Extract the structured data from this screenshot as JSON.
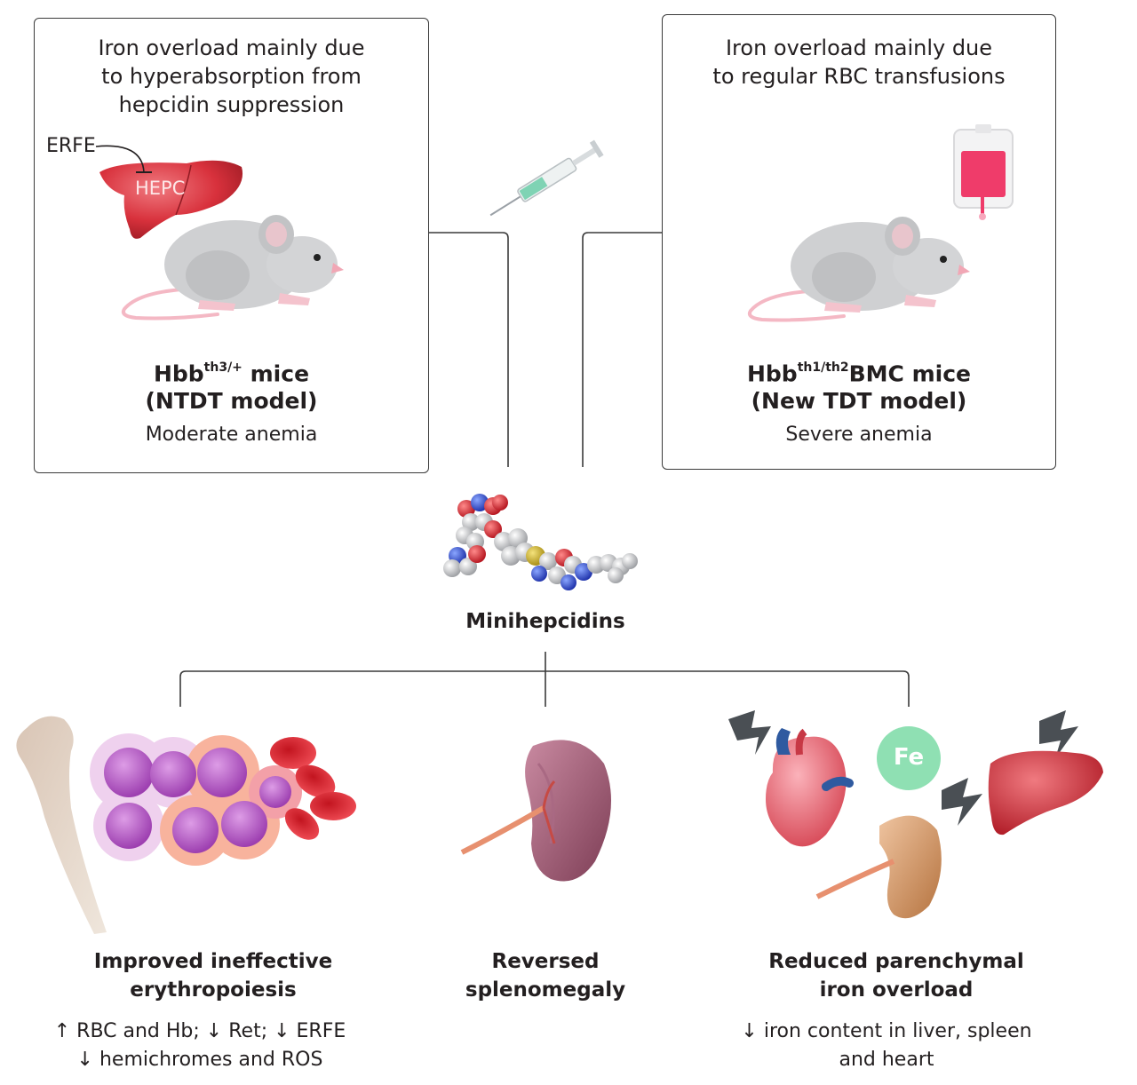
{
  "left_panel": {
    "caption_lines": [
      "Iron overload mainly due",
      "to hyperabsorption from",
      "hepcidin suppression"
    ],
    "erfe_label": "ERFE",
    "hepc_label": "HEPC",
    "model_name": "Hbb",
    "model_sup": "th3/+",
    "model_suffix": " mice",
    "model_type": "(NTDT model)",
    "severity": "Moderate anemia"
  },
  "right_panel": {
    "caption_lines": [
      "Iron overload mainly due",
      "to regular RBC transfusions"
    ],
    "model_name": "Hbb",
    "model_sup": "th1/th2",
    "model_suffix": "BMC  mice",
    "model_type": "(New TDT model)",
    "severity": "Severe anemia"
  },
  "center": {
    "drug_label": "Minihepcidins",
    "syringe_icon": "syringe-icon",
    "molecule_icon": "molecule-icon"
  },
  "outcomes": [
    {
      "title_lines": [
        "Improved ineffective",
        "erythropoiesis"
      ],
      "detail_lines": [
        "↑ RBC and Hb; ↓ Ret; ↓ ERFE",
        "↓ hemichromes and ROS"
      ]
    },
    {
      "title_lines": [
        "Reversed",
        "splenomegaly"
      ],
      "detail_lines": []
    },
    {
      "title_lines": [
        "Reduced parenchymal",
        "iron overload"
      ],
      "detail_lines": [
        "↓ iron content in liver, spleen",
        "and heart"
      ],
      "fe_label": "Fe"
    }
  ],
  "colors": {
    "border": "#3a3a3a",
    "liver": "#d8313c",
    "mouse": "#cfd0d2",
    "rbc": "#e5343f",
    "progenitor": "#b65fc4",
    "fe_badge": "#8fe0b3",
    "blood_bag": "#ef3c6a"
  }
}
